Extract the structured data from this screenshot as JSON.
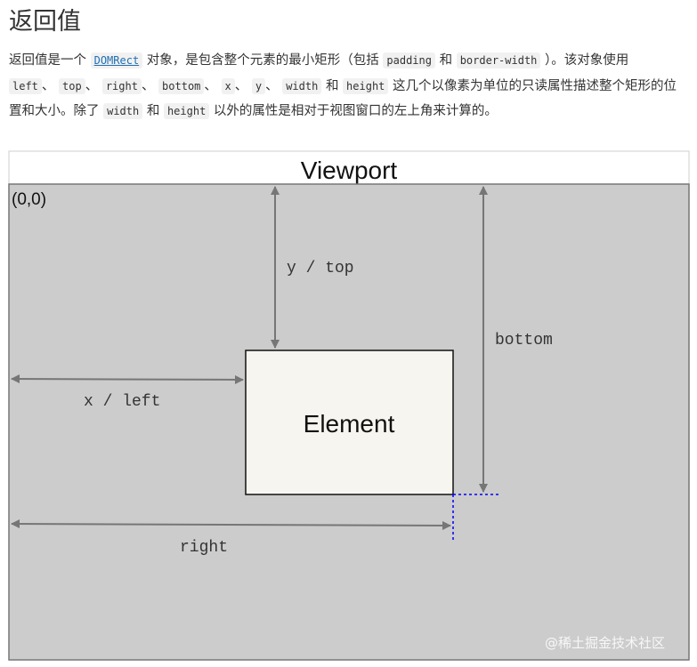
{
  "heading": "返回值",
  "description": {
    "s1": "返回值是一个",
    "link": "DOMRect",
    "s2": "对象，是包含整个元素的最小矩形（包括",
    "c_padding": "padding",
    "s3": "和",
    "c_border_width": "border-width",
    "s4": "）。该对象使用",
    "c_left": "left",
    "sep": "、",
    "c_top": "top",
    "c_right": "right",
    "c_bottom": "bottom",
    "c_x": "x",
    "c_y": "y",
    "c_width": "width",
    "s5": "和",
    "c_height": "height",
    "s6": "这几个以像素为单位的只读属性描述整个矩形的位置和大小。除了",
    "c_width2": "width",
    "s7": "和",
    "c_height2": "height",
    "s8": "以外的属性是相对于视图窗口的左上角来计算的。"
  },
  "diagram": {
    "viewport_title": "Viewport",
    "origin_label": "(0,0)",
    "element_label": "Element",
    "labels": {
      "y_top": "y / top",
      "x_left": "x / left",
      "bottom": "bottom",
      "right": "right"
    },
    "colors": {
      "viewport_fill": "#cccccc",
      "element_fill": "#f7f5ef",
      "arrow": "#767676",
      "guide": "#0000ff"
    }
  },
  "watermark": "@稀土掘金技术社区"
}
